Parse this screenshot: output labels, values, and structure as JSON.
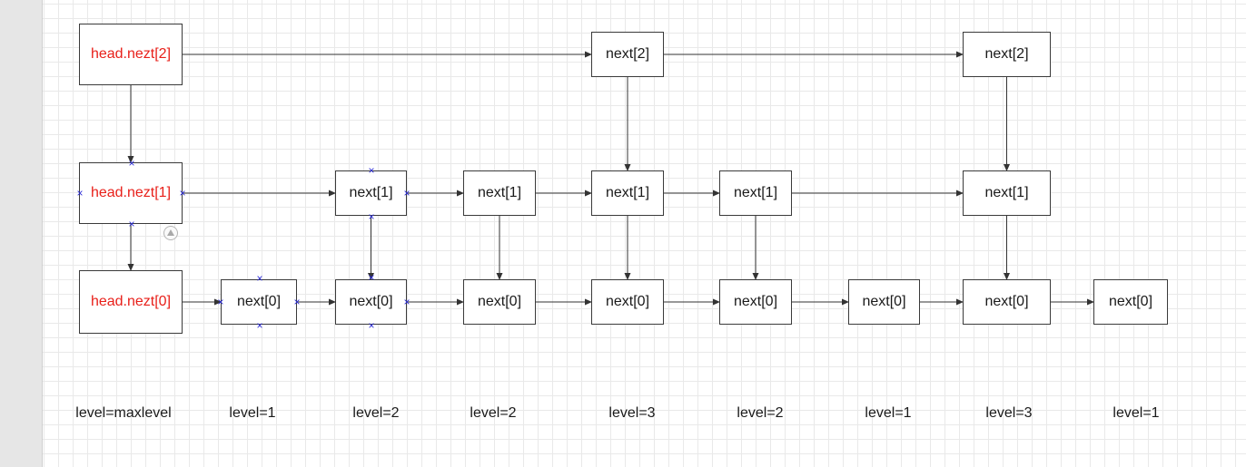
{
  "diagram": {
    "nodes": {
      "head2": "head.nezt[2]",
      "n2_a": "next[2]",
      "n2_b": "next[2]",
      "head1": "head.nezt[1]",
      "n1_a": "next[1]",
      "n1_b": "next[1]",
      "n1_c": "next[1]",
      "n1_d": "next[1]",
      "n1_e": "next[1]",
      "head0": "head.nezt[0]",
      "n0_a": "next[0]",
      "n0_b": "next[0]",
      "n0_c": "next[0]",
      "n0_d": "next[0]",
      "n0_e": "next[0]",
      "n0_f": "next[0]",
      "n0_g": "next[0]",
      "n0_h": "next[0]"
    },
    "edges": [
      [
        "head2",
        "n2_a"
      ],
      [
        "n2_a",
        "n2_b"
      ],
      [
        "head1",
        "n1_a"
      ],
      [
        "n1_a",
        "n1_b"
      ],
      [
        "n1_b",
        "n1_c"
      ],
      [
        "n1_c",
        "n1_d"
      ],
      [
        "n1_d",
        "n1_e"
      ],
      [
        "head0",
        "n0_a"
      ],
      [
        "n0_a",
        "n0_b"
      ],
      [
        "n0_b",
        "n0_c"
      ],
      [
        "n0_c",
        "n0_d"
      ],
      [
        "n0_d",
        "n0_e"
      ],
      [
        "n0_e",
        "n0_f"
      ],
      [
        "n0_f",
        "n0_g"
      ],
      [
        "n0_g",
        "n0_h"
      ],
      [
        "head2",
        "head1"
      ],
      [
        "head1",
        "head0"
      ],
      [
        "n2_a",
        "n1_c"
      ],
      [
        "n2_b",
        "n1_e"
      ],
      [
        "n1_a",
        "n0_b"
      ],
      [
        "n1_b",
        "n0_c"
      ],
      [
        "n1_c",
        "n0_d"
      ],
      [
        "n1_d",
        "n0_e"
      ],
      [
        "n1_e",
        "n0_g"
      ]
    ],
    "levels": [
      "level=maxlevel",
      "level=1",
      "level=2",
      "level=2",
      "level=3",
      "level=2",
      "level=1",
      "level=3",
      "level=1"
    ],
    "colors": {
      "head_text": "#e8201a",
      "text": "#1a1a1a",
      "line": "#333333",
      "selection_marker": "#2b2bd6"
    }
  }
}
